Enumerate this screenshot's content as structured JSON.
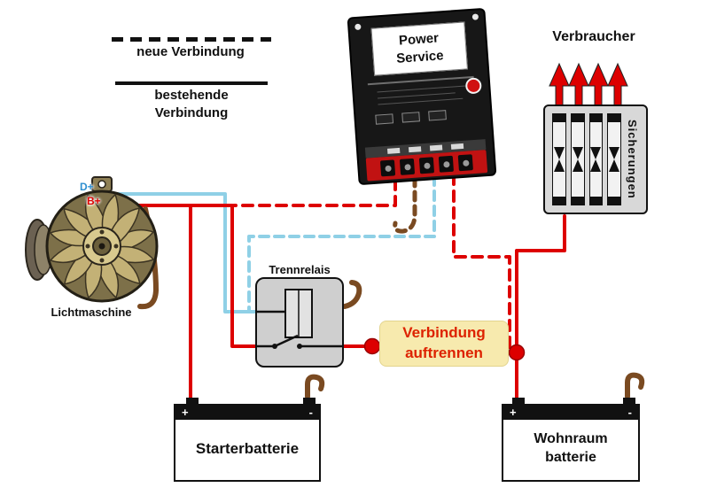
{
  "legend": {
    "new_connection": "neue Verbindung",
    "existing_connection_line1": "bestehende",
    "existing_connection_line2": "Verbindung"
  },
  "power_service": {
    "title_line1": "Power",
    "title_line2": "Service"
  },
  "consumers": {
    "label": "Verbraucher"
  },
  "fuse_box": {
    "label": "Sicherungen"
  },
  "alternator": {
    "label": "Lichtmaschine",
    "terminal_d_plus": "D+",
    "terminal_b_plus": "B+"
  },
  "relay": {
    "label": "Trennrelais"
  },
  "cut_note": {
    "line1": "Verbindung",
    "line2": "auftrennen"
  },
  "starter_battery": {
    "label": "Starterbatterie",
    "plus": "+",
    "minus": "-"
  },
  "living_battery": {
    "label_line1": "Wohnraum",
    "label_line2": "batterie",
    "plus": "+",
    "minus": "-"
  },
  "colors": {
    "existing_wire_red": "#dd0000",
    "signal_wire_blue": "#8fd0e6",
    "ground_wire_brown": "#7a4a21",
    "note_background": "#f7eaae",
    "note_text": "#dd2200"
  }
}
